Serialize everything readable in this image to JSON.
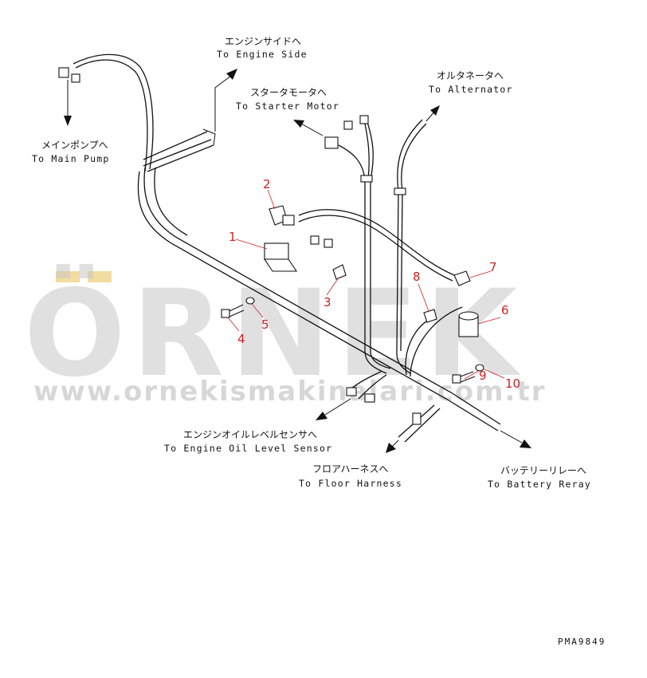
{
  "watermark": {
    "brand": "ÖRNEK",
    "url": "www.ornekismakinalari.com.tr",
    "accent_color": "#f2dca0",
    "text_color": "#c8c8c8"
  },
  "destinations": {
    "engine_side": {
      "jp": "エンジンサイドへ",
      "en": "To Engine Side"
    },
    "main_pump": {
      "jp": "メインポンプへ",
      "en": "To Main Pump"
    },
    "starter_motor": {
      "jp": "スタータモータへ",
      "en": "To Starter Motor"
    },
    "alternator": {
      "jp": "オルタネータへ",
      "en": "To Alternator"
    },
    "oil_level_sensor": {
      "jp": "エンジンオイルレベルセンサへ",
      "en": "To Engine Oil Level Sensor"
    },
    "floor_harness": {
      "jp": "フロアハーネスへ",
      "en": "To Floor Harness"
    },
    "battery_relay": {
      "jp": "バッテリーリレーへ",
      "en": "To Battery Reray"
    }
  },
  "part_numbers": [
    "1",
    "2",
    "3",
    "4",
    "5",
    "6",
    "7",
    "8",
    "9",
    "10"
  ],
  "drawing_code": "PMA9849",
  "colors": {
    "line": "#111111",
    "callout": "#cc2222"
  }
}
